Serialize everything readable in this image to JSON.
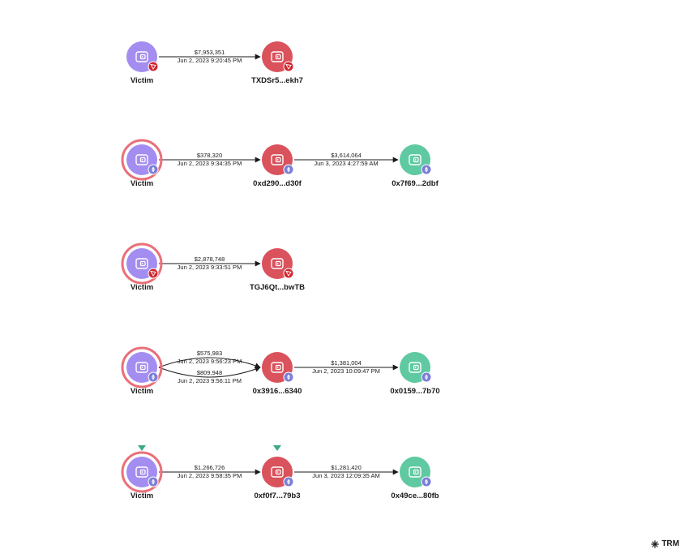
{
  "colors": {
    "victim": "#a48df0",
    "victim_ring": "#ea6f78",
    "exchange": "#d9525c",
    "destination": "#5fc9a2",
    "tron_badge": "#d1252f",
    "eth_badge": "#7b7fd8",
    "edge": "#1a1a1a",
    "marker": "#3ea985"
  },
  "flows": [
    {
      "nodes": [
        {
          "id": "a1",
          "label": "Victim",
          "kind": "victim",
          "ring": false,
          "badge": "tron",
          "marker": false
        },
        {
          "id": "a2",
          "label": "TXDSr5...ekh7",
          "kind": "exchange",
          "ring": false,
          "badge": "tron",
          "marker": false
        }
      ],
      "edges": [
        {
          "from": "a1",
          "to": "a2",
          "amount": "$7,953,351",
          "time": "Jun 2, 2023 9:20:45 PM",
          "curve": 0
        }
      ]
    },
    {
      "nodes": [
        {
          "id": "b1",
          "label": "Victim",
          "kind": "victim",
          "ring": true,
          "badge": "eth",
          "marker": false
        },
        {
          "id": "b2",
          "label": "0xd290...d30f",
          "kind": "exchange",
          "ring": false,
          "badge": "eth",
          "marker": false
        },
        {
          "id": "b3",
          "label": "0x7f69...2dbf",
          "kind": "destination",
          "ring": false,
          "badge": "eth",
          "marker": false
        }
      ],
      "edges": [
        {
          "from": "b1",
          "to": "b2",
          "amount": "$378,320",
          "time": "Jun 2, 2023 9:34:35 PM",
          "curve": 0
        },
        {
          "from": "b2",
          "to": "b3",
          "amount": "$3,614,064",
          "time": "Jun 3, 2023 4:27:59 AM",
          "curve": 0
        }
      ]
    },
    {
      "nodes": [
        {
          "id": "c1",
          "label": "Victim",
          "kind": "victim",
          "ring": true,
          "badge": "tron",
          "marker": false
        },
        {
          "id": "c2",
          "label": "TGJ6Qt...bwTB",
          "kind": "exchange",
          "ring": false,
          "badge": "tron",
          "marker": false
        }
      ],
      "edges": [
        {
          "from": "c1",
          "to": "c2",
          "amount": "$2,878,748",
          "time": "Jun 2, 2023 9:33:51 PM",
          "curve": 0
        }
      ]
    },
    {
      "nodes": [
        {
          "id": "d1",
          "label": "Victim",
          "kind": "victim",
          "ring": true,
          "badge": "eth",
          "marker": false
        },
        {
          "id": "d2",
          "label": "0x3916...6340",
          "kind": "exchange",
          "ring": false,
          "badge": "eth",
          "marker": false
        },
        {
          "id": "d3",
          "label": "0x0159...7b70",
          "kind": "destination",
          "ring": false,
          "badge": "eth",
          "marker": false
        }
      ],
      "edges": [
        {
          "from": "d1",
          "to": "d2",
          "amount": "$575,983",
          "time": "Jun 2, 2023 9:56:23 PM",
          "curve": -1
        },
        {
          "from": "d1",
          "to": "d2",
          "amount": "$809,948",
          "time": "Jun 2, 2023 9:56:11 PM",
          "curve": 1
        },
        {
          "from": "d2",
          "to": "d3",
          "amount": "$1,381,004",
          "time": "Jun 2, 2023 10:09:47 PM",
          "curve": 0
        }
      ]
    },
    {
      "nodes": [
        {
          "id": "e1",
          "label": "Victim",
          "kind": "victim",
          "ring": true,
          "badge": "eth",
          "marker": true
        },
        {
          "id": "e2",
          "label": "0xf0f7...79b3",
          "kind": "exchange",
          "ring": false,
          "badge": "eth",
          "marker": true
        },
        {
          "id": "e3",
          "label": "0x49ce...80fb",
          "kind": "destination",
          "ring": false,
          "badge": "eth",
          "marker": false
        }
      ],
      "edges": [
        {
          "from": "e1",
          "to": "e2",
          "amount": "$1,266,726",
          "time": "Jun 2, 2023 9:58:35 PM",
          "curve": 0
        },
        {
          "from": "e2",
          "to": "e3",
          "amount": "$1,281,420",
          "time": "Jun 3, 2023 12:09:35 AM",
          "curve": 0
        }
      ]
    }
  ],
  "brand": {
    "name": "TRM",
    "icon": "trm-logo-icon"
  }
}
